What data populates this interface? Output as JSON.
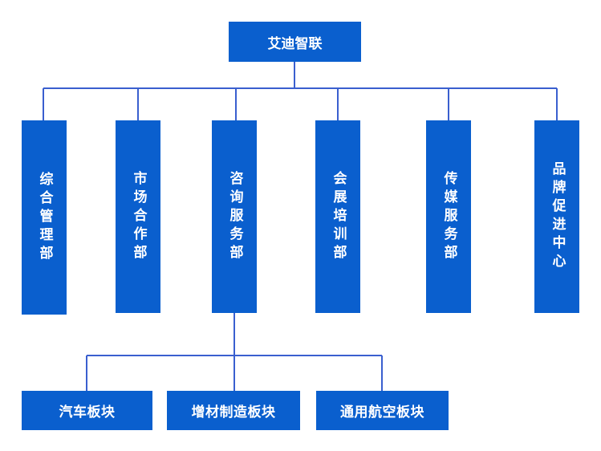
{
  "root": {
    "label": "艾迪智联"
  },
  "departments": [
    {
      "label": "综合管理部"
    },
    {
      "label": "市场合作部"
    },
    {
      "label": "咨询服务部"
    },
    {
      "label": "会展培训部"
    },
    {
      "label": "传媒服务部"
    },
    {
      "label": "品牌促进中心"
    }
  ],
  "sub_units": [
    {
      "label": "汽车板块"
    },
    {
      "label": "增材制造板块"
    },
    {
      "label": "通用航空板块"
    }
  ],
  "colors": {
    "box": "#0a5fce",
    "connector": "#3a5fcf",
    "text": "#ffffff"
  }
}
